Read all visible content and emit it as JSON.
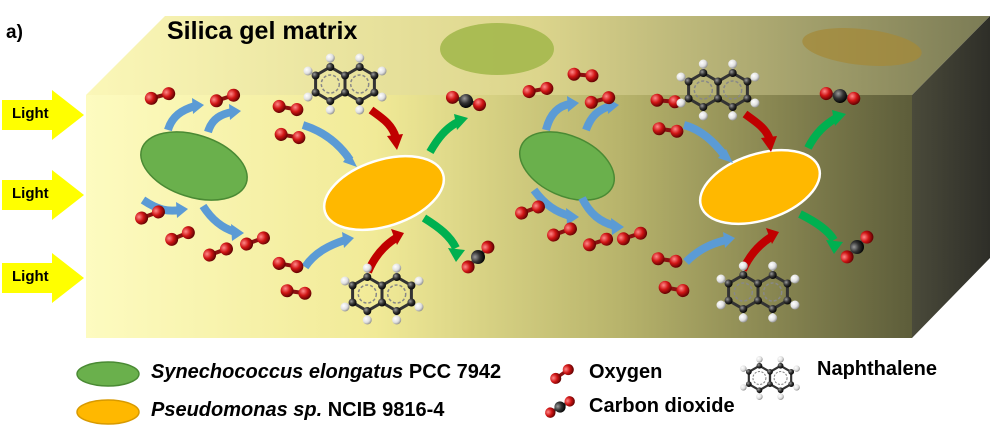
{
  "panel_label": "a)",
  "matrix_label": "Silica gel matrix",
  "light_label": "Light",
  "legend": {
    "synechococcus": {
      "italic": "Synechococcus elongatus",
      "plain": " PCC 7942"
    },
    "pseudomonas": {
      "italic": "Pseudomonas sp.",
      "plain": " NCIB 9816-4"
    },
    "oxygen": "Oxygen",
    "carbon_dioxide": "Carbon dioxide",
    "naphthalene": "Naphthalene"
  },
  "colors": {
    "synechococcus": "#6ab04c",
    "pseudomonas": "#ffb800",
    "oxygen": "#c01010",
    "carbon": "#333333",
    "arrow_blue": "#5b9bd5",
    "arrow_red": "#c00000",
    "arrow_green": "#00b050",
    "light_arrow": "#ffff00"
  }
}
